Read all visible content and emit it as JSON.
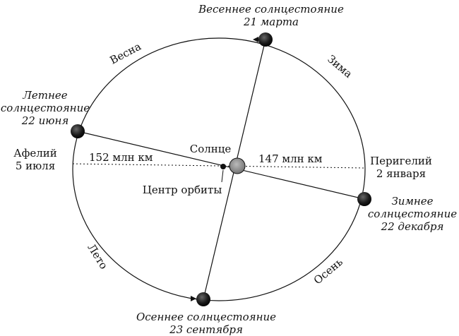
{
  "labels": {
    "spring_equinox_line1": "Весеннее солнцестояние",
    "spring_equinox_line2": "21 марта",
    "summer_solstice_line1": "Летнее",
    "summer_solstice_line2": "солнцестояние",
    "summer_solstice_line3": "22 июня",
    "aphelion_line1": "Афелий",
    "aphelion_line2": "5 июля",
    "perihelion_line1": "Перигелий",
    "perihelion_line2": "2 января",
    "winter_solstice_line1": "Зимнее",
    "winter_solstice_line2": "солнцестояние",
    "winter_solstice_line3": "22 декабря",
    "autumn_equinox_line1": "Осеннее солнцестояние",
    "autumn_equinox_line2": "23 сентября",
    "sun": "Солнце",
    "orbit_center": "Центр орбиты",
    "dist_aphelion": "152 млн км",
    "dist_perihelion": "147 млн км"
  },
  "seasons": {
    "spring": "Весна",
    "winter": "Зима",
    "summer": "Лето",
    "autumn": "Осень"
  },
  "colors": {
    "ink": "#111111",
    "sun_fill": "#8a8a8a",
    "earth_fill": "#1a1a1a"
  }
}
